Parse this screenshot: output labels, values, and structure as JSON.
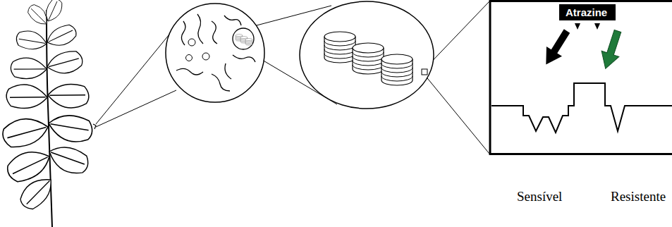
{
  "diagram": {
    "nodes": [
      {
        "text": [
          "Atrazine"
        ]
      }
    ],
    "labels": [
      "Sensível",
      "Resistente"
    ]
  }
}
